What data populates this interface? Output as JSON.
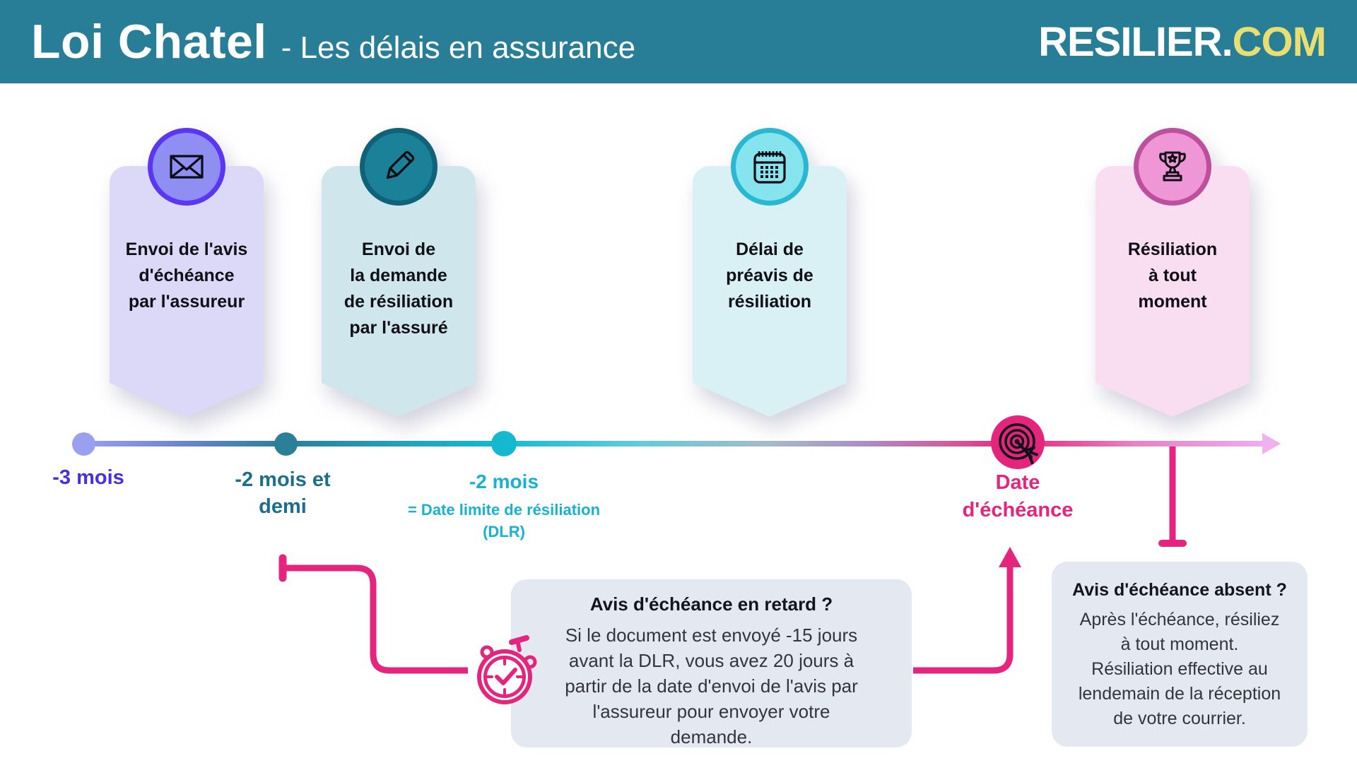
{
  "header": {
    "title": "Loi Chatel",
    "subtitle": "- Les délais en assurance",
    "logo_name": "RESILIER.",
    "logo_tld": "COM"
  },
  "banners": [
    {
      "icon": "envelope",
      "lines": [
        "Envoi de l'avis",
        "d'échéance",
        "par l'assureur"
      ]
    },
    {
      "icon": "pencil",
      "lines": [
        "Envoi de",
        "la demande",
        "de résiliation",
        "par l'assuré"
      ]
    },
    {
      "icon": "calendar",
      "lines": [
        "Délai de",
        "préavis de",
        "résiliation"
      ]
    },
    {
      "icon": "trophy",
      "lines": [
        "Résiliation",
        "à tout",
        "moment"
      ]
    }
  ],
  "timeline": {
    "milestones": [
      {
        "lines": [
          "-3 mois"
        ]
      },
      {
        "lines": [
          "-2 mois et",
          "demi"
        ]
      },
      {
        "lines": [
          "-2 mois"
        ],
        "sub_lines": [
          "= Date limite de résiliation",
          "(DLR)"
        ]
      },
      {
        "lines": [
          "Date",
          "d'échéance"
        ]
      }
    ]
  },
  "notes": {
    "late": {
      "title": "Avis d'échéance en retard ?",
      "body_lines": [
        "Si le document est envoyé -15 jours",
        "avant la DLR, vous avez 20 jours à",
        "partir de la date d'envoi de l'avis par",
        "l'assureur pour envoyer votre",
        "demande."
      ]
    },
    "absent": {
      "title": "Avis d'échéance absent ?",
      "body_lines": [
        "Après l'échéance, résiliez",
        "à tout moment.",
        "Résiliation effective au",
        "lendemain de la réception",
        "de votre courrier."
      ]
    }
  },
  "colors": {
    "header_bg": "#277e96",
    "logo_tld": "#e8de71",
    "pink": "#e5247e",
    "purple_label": "#4a2ce2",
    "dark_teal_label": "#1b6f8b",
    "cyan_label": "#17b2d1",
    "note_bg": "#e4e8f1",
    "banner_fills": [
      "#dcd9f8",
      "#cfe7ec",
      "#d9f1f5",
      "#f9def1"
    ],
    "dot_colors": [
      "#99a0ef",
      "#2b7f97",
      "#14b9cf",
      "#e5247e"
    ]
  }
}
